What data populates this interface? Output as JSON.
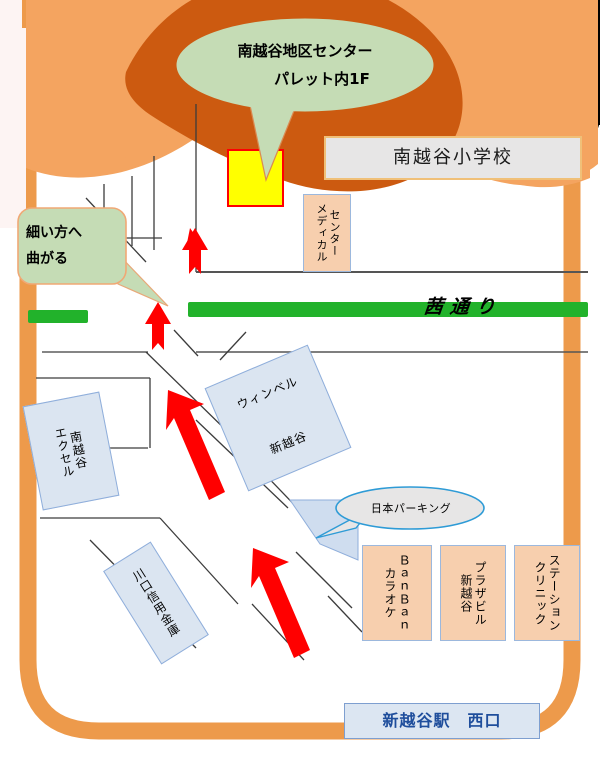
{
  "map": {
    "title_callout": {
      "line1": "南越谷地区センター",
      "line2": "パレット内1F"
    },
    "turn_callout": {
      "line1": "細い方へ",
      "line2": "曲がる"
    },
    "school_label": "南越谷小学校",
    "road_label": "茜通り",
    "station_label": "新越谷駅　西口",
    "parking_label": "日本パーキング",
    "medical_center": {
      "col1": "メディカル",
      "col2": "センター"
    },
    "buildings": [
      {
        "name": "エクセル南越谷",
        "col1": "エクセル",
        "col2": "南越谷",
        "style": "blue"
      },
      {
        "name": "ウィンベル新越谷",
        "col1": "ウィンベル",
        "col2": "新越谷",
        "style": "blue"
      },
      {
        "name": "川口信用金庫",
        "col1": "川口信用金庫",
        "col2": "",
        "style": "blue"
      }
    ],
    "shops": [
      {
        "col1": "カラオケ",
        "col2": "ＢａｎＢａｎ"
      },
      {
        "col1": "新越谷",
        "col2": "プラザビル"
      },
      {
        "col1": "クリニック",
        "col2": "ステーション"
      }
    ],
    "colors": {
      "frame_orange": "#ED9A4B",
      "blob_orange_light": "#F4A460",
      "blob_orange_dark": "#CC5A10",
      "callout_green": "#C5DCB5",
      "callout_peach": "#F8D2B5",
      "road_green": "#22B22B",
      "arrow_red": "#FF0000",
      "highlight_yellow": "#FFFF00",
      "highlight_border": "#FF0000",
      "station_blue_text": "#1F4E9C",
      "parking_outline": "#2E9BD6",
      "building_blue": "#DBE5F1",
      "building_peach": "#F7CFAE",
      "school_gray": "#E7E6E6",
      "blob_black": "#000000"
    }
  }
}
